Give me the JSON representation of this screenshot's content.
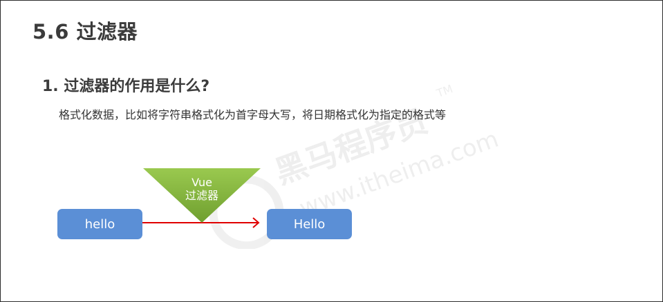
{
  "slide": {
    "title": "5.6 过滤器",
    "question": "1. 过滤器的作用是什么?",
    "description": "格式化数据，比如将字符串格式化为首字母大写，将日期格式化为指定的格式等"
  },
  "diagram": {
    "input_label": "hello",
    "filter_name": "Vue",
    "filter_subtitle": "过滤器",
    "output_label": "Hello"
  },
  "watermark": {
    "brand_text": "黑马程序员",
    "url_text": "www.itheima.com",
    "tm": "TM"
  },
  "colors": {
    "box_fill": "#5b8fd6",
    "arrow": "#e00000",
    "filter_fill_top": "#9ac94f",
    "filter_fill_bottom": "#6f9f2f"
  }
}
